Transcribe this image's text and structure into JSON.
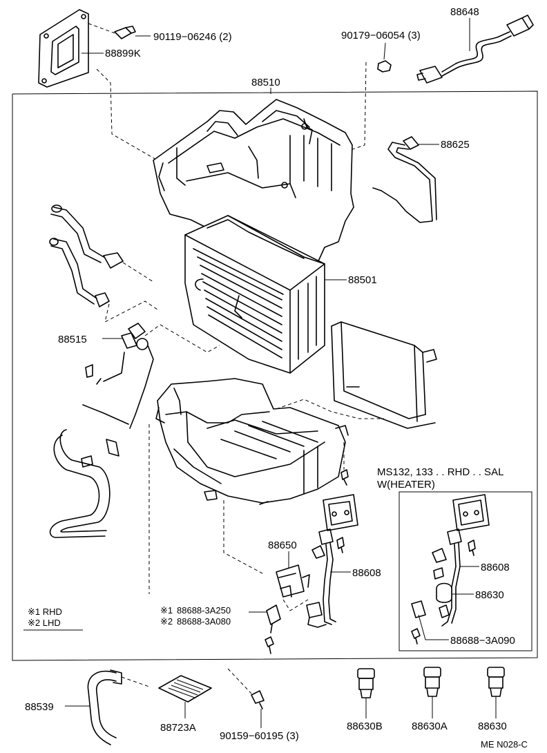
{
  "diagram": {
    "parts": {
      "p88648": "88648",
      "p90179": "90179−06054 (3)",
      "p90119": "90119−06246 (2)",
      "p88899K": "88899K",
      "p88510": "88510",
      "p88625": "88625",
      "p88501": "88501",
      "p88515": "88515",
      "p88650": "88650",
      "p88608": "88608",
      "p88688_1": "88688-3A250",
      "p88688_2": "88688-3A080",
      "p88539": "88539",
      "p88723A": "88723A",
      "p90159": "90159−60195 (3)",
      "p88630B": "88630B",
      "p88630A": "88630A",
      "p88630": "88630"
    },
    "marks": {
      "m1": "※1",
      "m2": "※2"
    },
    "legend": {
      "rhd": "※1  RHD",
      "lhd": "※2  LHD"
    },
    "inset": {
      "title1": "MS132, 133 . . RHD . . SAL",
      "title2": "W(HEATER)",
      "p88608": "88608",
      "p88630": "88630",
      "p88688": "88688−3A090"
    },
    "code": "ME  N028-C"
  }
}
